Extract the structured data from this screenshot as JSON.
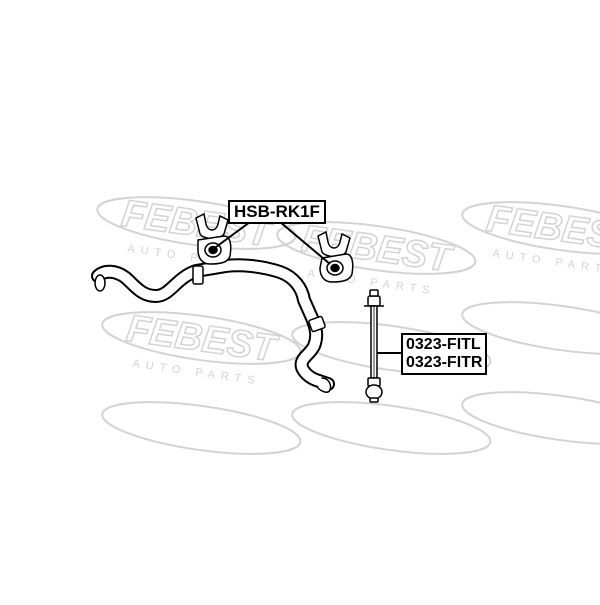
{
  "watermark": {
    "brand": "FEBEST",
    "tagline": "AUTO PARTS",
    "color": "#d3d3d3"
  },
  "labels": {
    "bushing_part": "HSB-RK1F",
    "link_part_left": "0323-FITL",
    "link_part_right": "0323-FITR"
  },
  "colors": {
    "line": "#000000",
    "background": "#ffffff"
  }
}
